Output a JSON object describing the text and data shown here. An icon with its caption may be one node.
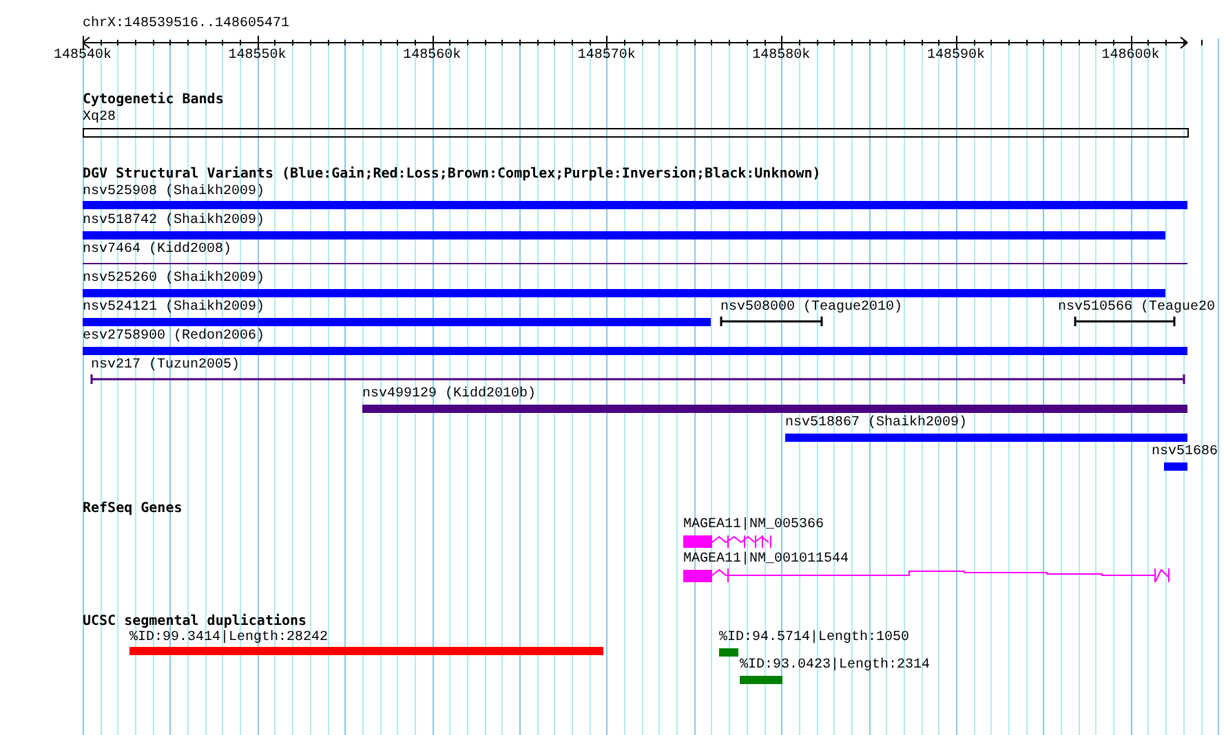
{
  "diagram": {
    "labels": [
      "chrX:148539516..148605471",
      "148540k",
      "148550k",
      "148560k",
      "148570k",
      "148580k",
      "148590k",
      "148600k",
      "Cytogenetic Bands",
      "Xq28",
      "DGV Structural Variants (Blue:Gain;Red:Loss;Brown:Complex;Purple:Inversion;Black:Unknown)",
      "nsv525908 (Shaikh2009)",
      "nsv518742 (Shaikh2009)",
      "nsv7464 (Kidd2008)",
      "nsv525260 (Shaikh2009)",
      "nsv524121 (Shaikh2009)",
      "nsv508000 (Teague2010)",
      "nsv510566 (Teague20",
      "esv2758900 (Redon2006)",
      "nsv217 (Tuzun2005)",
      "nsv499129 (Kidd2010b)",
      "nsv518867 (Shaikh2009)",
      "nsv51686",
      "RefSeq Genes",
      "MAGEA11|NM_005366",
      "MAGEA11|NM_001011544",
      "UCSC segmental duplications",
      "%ID:99.3414|Length:28242",
      "%ID:94.5714|Length:1050",
      "%ID:93.0423|Length:2314"
    ]
  }
}
